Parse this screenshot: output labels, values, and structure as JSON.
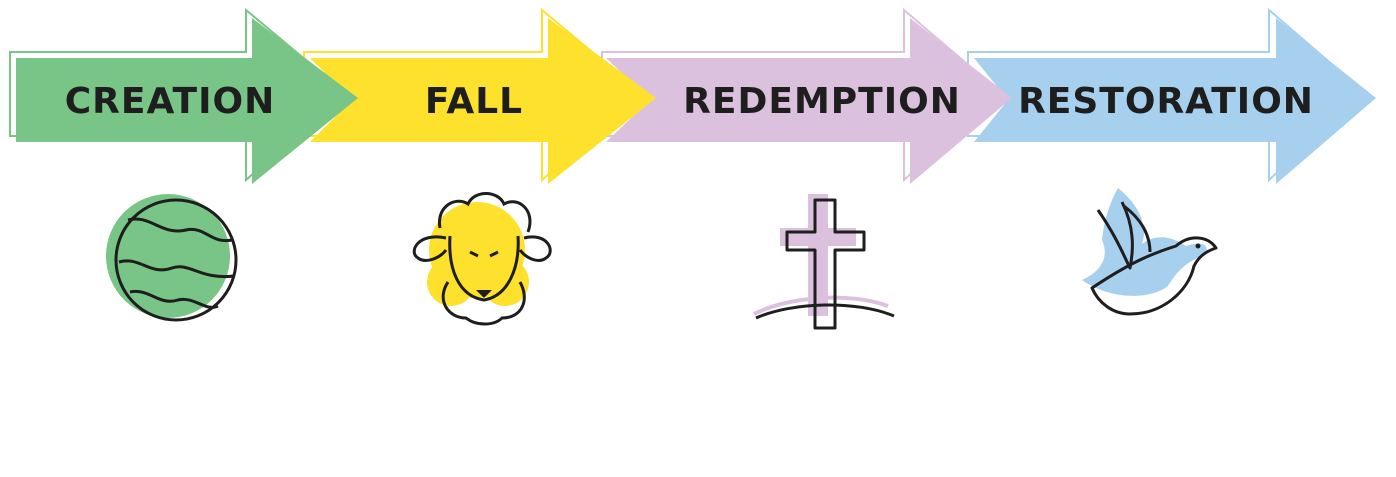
{
  "stages": [
    {
      "label": "CREATION",
      "icon": "globe-icon",
      "color": "#79c487"
    },
    {
      "label": "FALL",
      "icon": "sheep-icon",
      "color": "#fde12d"
    },
    {
      "label": "REDEMPTION",
      "icon": "cross-icon",
      "color": "#dcc1de"
    },
    {
      "label": "RESTORATION",
      "icon": "dove-icon",
      "color": "#a7cfee"
    }
  ],
  "line_color": "#1e1e1e"
}
